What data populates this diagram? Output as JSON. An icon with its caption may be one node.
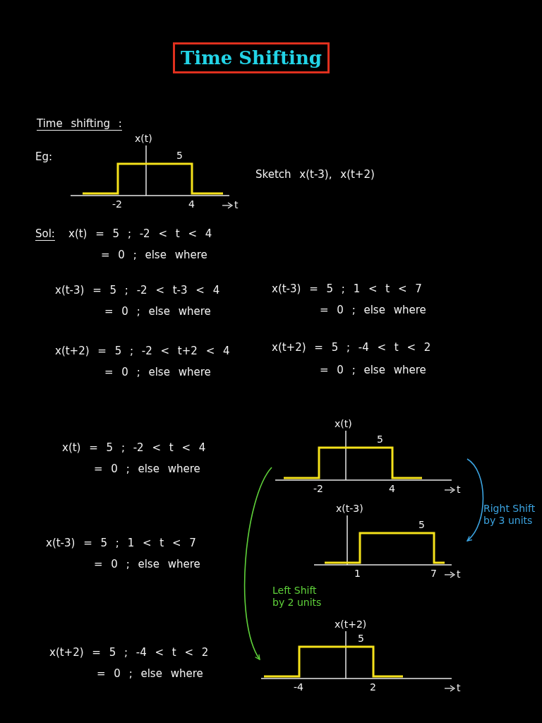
{
  "diagram": {
    "title": "Time Shifting",
    "nodes": [
      {
        "text": [
          "x(t)",
          "5",
          "-2",
          "4",
          "t"
        ]
      },
      {
        "text": [
          "x(t)",
          "5",
          "-2",
          "4",
          "t"
        ]
      },
      {
        "text": [
          "x(t-3)",
          "5",
          "1",
          "7",
          "t"
        ]
      },
      {
        "text": [
          "x(t+2)",
          "5",
          "-4",
          "2",
          "t"
        ]
      }
    ],
    "edges": [
      {
        "from": 1,
        "to": 2,
        "arrow": "to",
        "label": "Right Shift by 3 units",
        "color": "#3ba3e0"
      },
      {
        "from": 1,
        "to": 3,
        "arrow": "to",
        "label": "Left Shift by 2 units",
        "color": "#5fd13a"
      }
    ],
    "labels": [
      "Time shifting :",
      "Eg:",
      "Sketch x(t-3), x(t+2)",
      "Sol:",
      "x(t) = 5 ; -2 < t < 4",
      "= 0 ; else where",
      "x(t-3) = 5 ; -2 < t-3 < 4",
      "x(t-3) = 5 ; 1 < t < 7",
      "= 0 ; else where",
      "= 0 ; else where",
      "x(t+2) = 5 ; -2 < t+2 < 4",
      "x(t+2) = 5 ; -4 < t < 2",
      "= 0 ; else where",
      "= 0 ; else where",
      "x(t) = 5 ; -2 < t < 4",
      "= 0 ; else where",
      "x(t-3) = 5 ; 1 < t < 7",
      "= 0 ; else where",
      "x(t+2) = 5 ; -4 < t < 2",
      "= 0 ; else where"
    ]
  }
}
